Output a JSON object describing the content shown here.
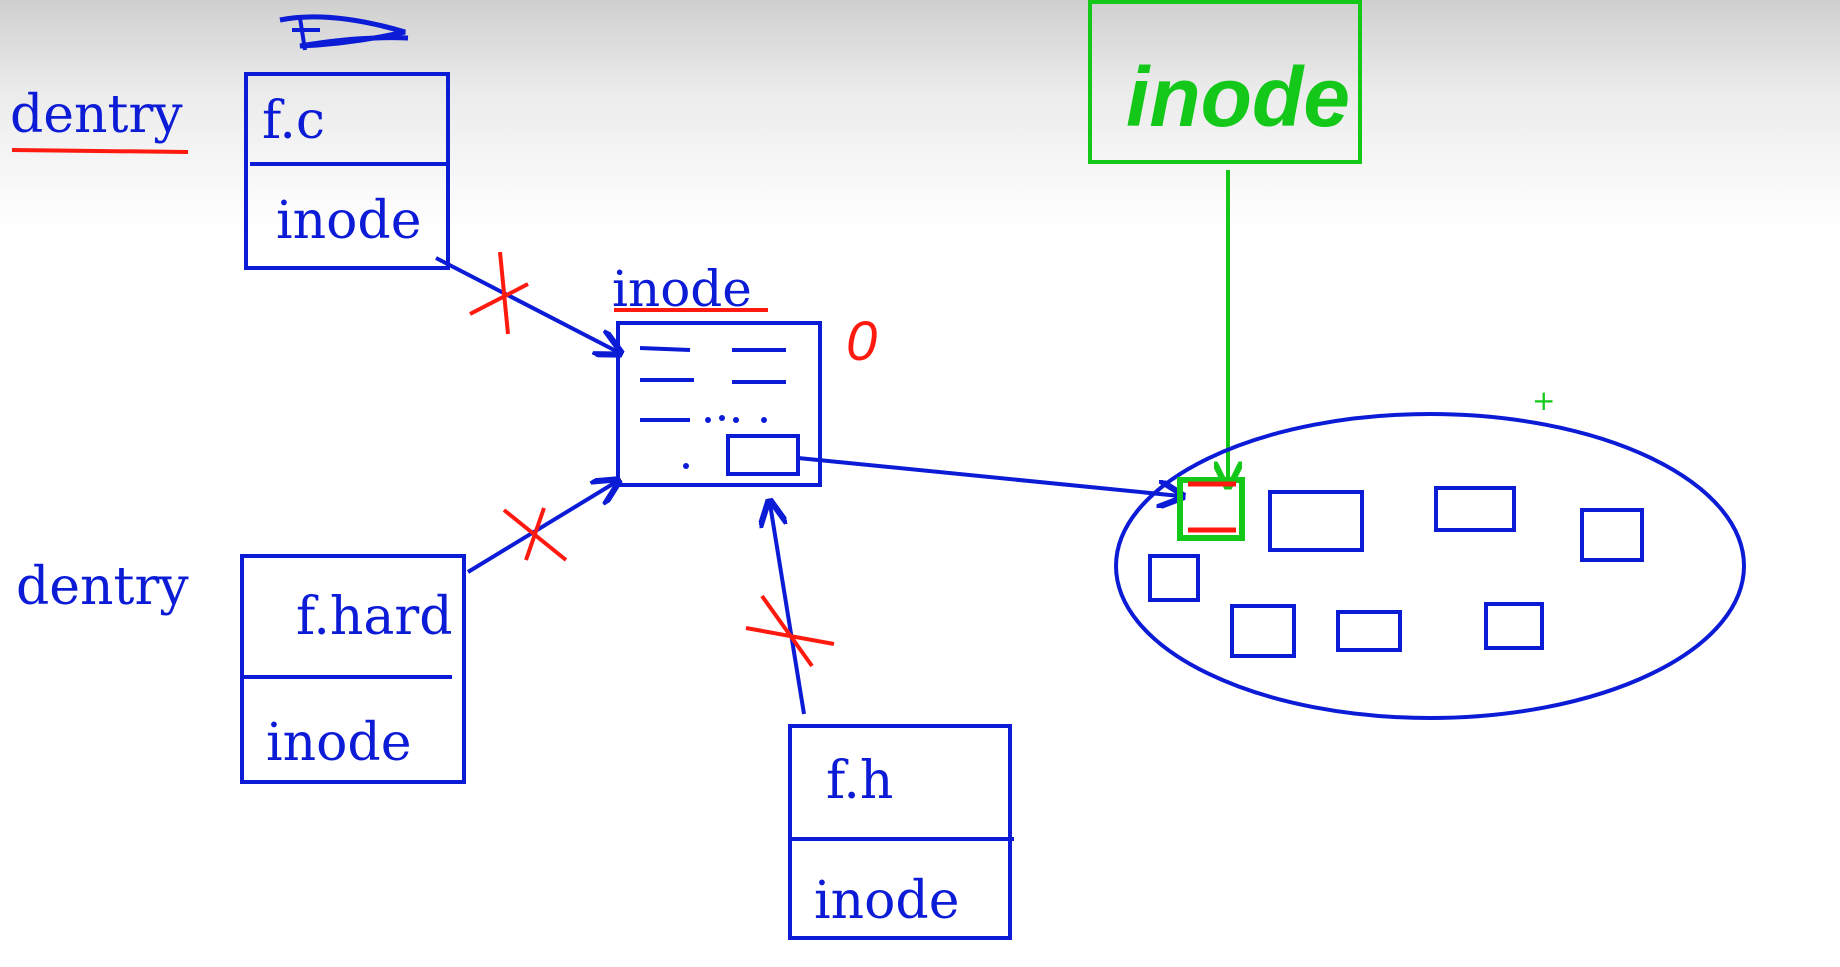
{
  "labels": {
    "dentry_top": "dentry",
    "dentry_bottom": "dentry",
    "inode_center": "inode",
    "green_inode_handwritten": "inode",
    "zero_mark": "0",
    "plus_mark": "+"
  },
  "dentries": [
    {
      "id": "fc",
      "name": "f.c",
      "field": "inode"
    },
    {
      "id": "fhard",
      "name": "f.hard",
      "field": "inode"
    },
    {
      "id": "fh",
      "name": "f.h",
      "field": "inode"
    }
  ],
  "colors": {
    "blue": "#0b1bd6",
    "red": "#ff1a10",
    "green": "#14c81a"
  }
}
